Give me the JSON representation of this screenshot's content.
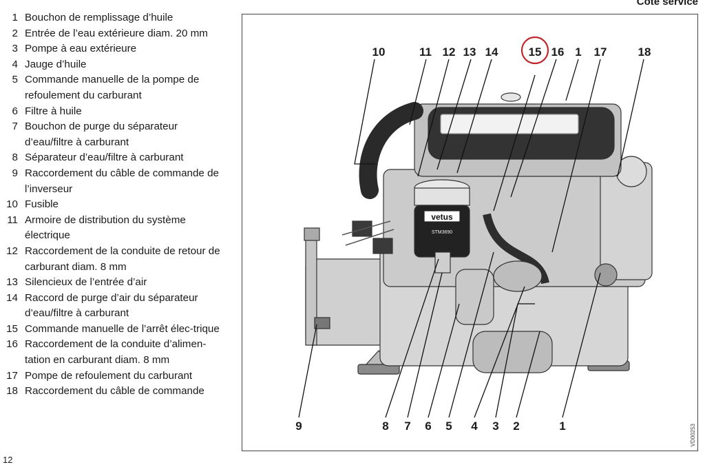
{
  "header": {
    "title": "Côte service"
  },
  "parts": [
    {
      "num": "1",
      "text": "Bouchon de remplissage d’huile"
    },
    {
      "num": "2",
      "text": "Entrée de l’eau extérieure diam. 20 mm"
    },
    {
      "num": "3",
      "text": "Pompe à eau extérieure"
    },
    {
      "num": "4",
      "text": "Jauge d’huile"
    },
    {
      "num": "5",
      "text": "Commande manuelle de la pompe de refoulement du carburant"
    },
    {
      "num": "6",
      "text": "Filtre à huile"
    },
    {
      "num": "7",
      "text": "Bouchon de purge du séparateur d’eau/filtre à carburant"
    },
    {
      "num": "8",
      "text": "Séparateur d’eau/filtre à carburant"
    },
    {
      "num": "9",
      "text": "Raccordement du câble de commande de l’inverseur"
    },
    {
      "num": "10",
      "text": "Fusible"
    },
    {
      "num": "11",
      "text": "Armoire de distribution du système électrique"
    },
    {
      "num": "12",
      "text": "Raccordement de la conduite de retour de carburant diam. 8 mm"
    },
    {
      "num": "13",
      "text": "Silencieux de l’entrée d’air"
    },
    {
      "num": "14",
      "text": "Raccord de purge d’air du séparateur d’eau/filtre à carburant"
    },
    {
      "num": "15",
      "text": "Commande manuelle de l’arrêt élec-trique"
    },
    {
      "num": "16",
      "text": "Raccordement de la conduite d’alimen-tation en carburant diam. 8 mm"
    },
    {
      "num": "17",
      "text": "Pompe de refoulement du carburant"
    },
    {
      "num": "18",
      "text": "Raccordement du câble de commande"
    }
  ],
  "figure": {
    "top_labels": [
      "10",
      "11",
      "12",
      "13",
      "14",
      "15",
      "16",
      "1",
      "17",
      "18"
    ],
    "bottom_labels": [
      "9",
      "8",
      "7",
      "6",
      "5",
      "4",
      "3",
      "2",
      "1"
    ],
    "highlighted_label": "15",
    "highlight_color": "#c0282d",
    "filter_brand": "vetus",
    "filter_model": "STM3690",
    "figure_code": "VD00253"
  },
  "page_number": "12"
}
